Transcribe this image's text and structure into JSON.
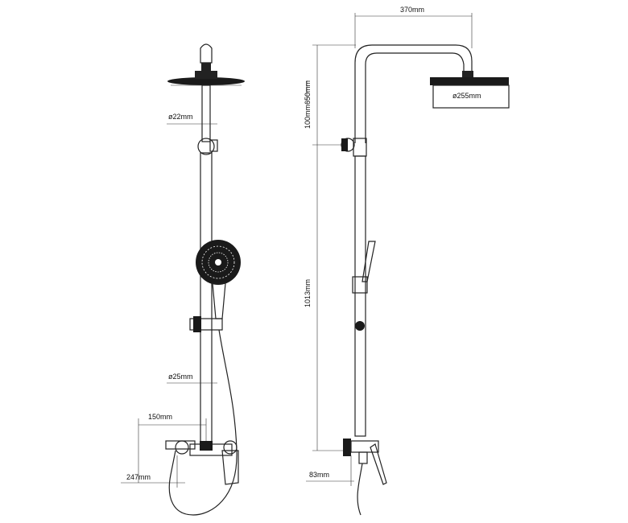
{
  "front_view": {
    "pipe_diameter_top": "ø22mm",
    "pipe_diameter_bottom": "ø25mm",
    "spout_length": "150mm",
    "base_height": "247mm"
  },
  "side_view": {
    "arm_reach": "370mm",
    "head_height": "650mm",
    "upper_segment": "100mm",
    "riser_length": "1013mm",
    "valve_depth": "83mm",
    "head_diameter": "ø255mm"
  },
  "colors": {
    "stroke": "#222222",
    "fill_dark": "#1a1a1a",
    "background": "#ffffff"
  }
}
